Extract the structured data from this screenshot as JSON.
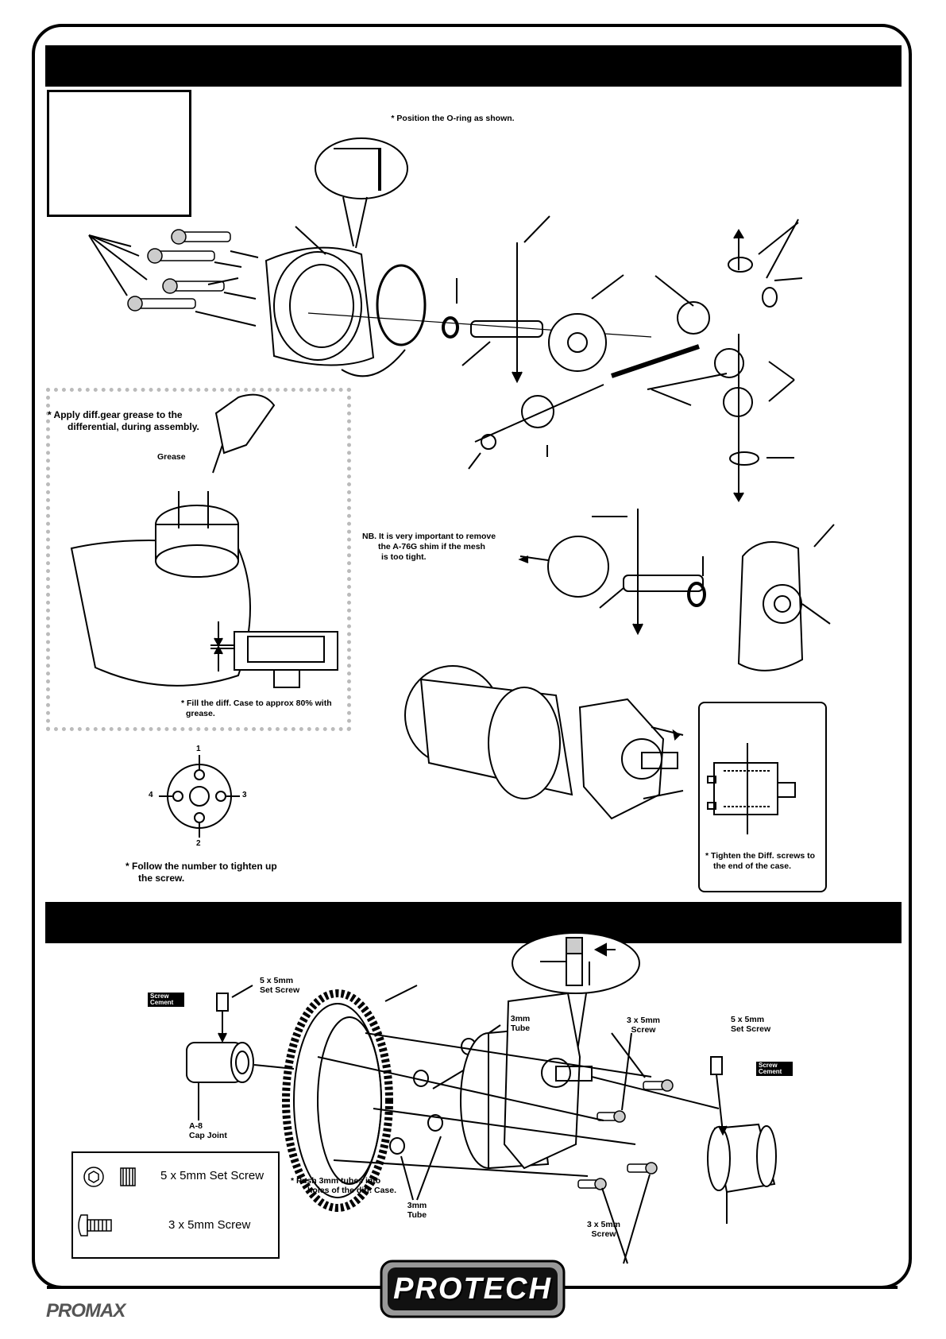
{
  "top_section": {
    "oring_note": "* Position  the O-ring as shown.",
    "grease_note_line1": "*  Apply diff.gear grease to the",
    "grease_note_line2": "differential, during assembly.",
    "grease_label": "Grease",
    "fill_note_line1": "* Fill the diff. Case to approx 80% with",
    "fill_note_line2": "grease.",
    "nb_note_line1": "NB. It is very important to remove",
    "nb_note_line2": "the  A-76G shim if the mesh",
    "nb_note_line3": "is too tight.",
    "tighten_order_numbers": [
      "1",
      "2",
      "3",
      "4"
    ],
    "tighten_order_note_line1": "* Follow the number to tighten up",
    "tighten_order_note_line2": "the screw.",
    "tighten_screws_note_line1": "* Tighten the Diff. screws to",
    "tighten_screws_note_line2": "the  end of  the case."
  },
  "bottom_section": {
    "set_screw_left_line1": "5 x 5mm",
    "set_screw_left_line2": "Set Screw",
    "screw_cement_left": [
      "Screw",
      "Cement"
    ],
    "cap_joint_line1": "A-8",
    "cap_joint_line2": "Cap Joint",
    "tube_top_line1": "3mm",
    "tube_top_line2": "Tube",
    "screw_top_line1": "3 x 5mm",
    "screw_top_line2": "Screw",
    "set_screw_right_line1": "5 x 5mm",
    "set_screw_right_line2": "Set Screw",
    "screw_cement_right": [
      "Screw",
      "Cement"
    ],
    "push_note_line1": "* Push 3mm tubes  into",
    "push_note_line2": "holes of the diff. Case.",
    "tube_bottom_line1": "3mm",
    "tube_bottom_line2": "Tube",
    "screw_bottom_line1": "3 x 5mm",
    "screw_bottom_line2": "Screw",
    "legend": {
      "set_screw": "5 x 5mm Set Screw",
      "screw": "3 x 5mm Screw"
    }
  },
  "footer": {
    "brand_logo": "PROTECH",
    "maker_logo": "PROMAX"
  }
}
